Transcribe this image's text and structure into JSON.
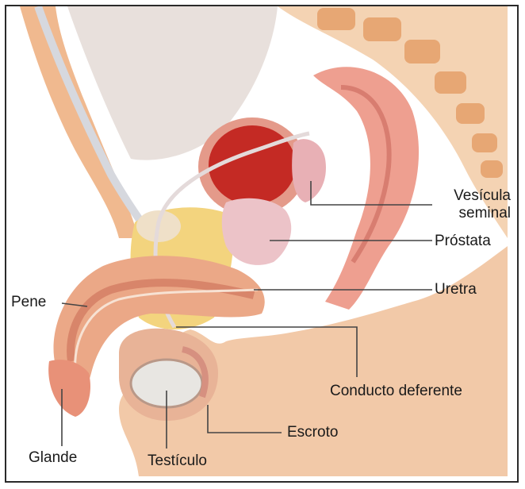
{
  "labels": {
    "vesicula_line1": "Vesícula",
    "vesicula_line2": "seminal",
    "prostata": "Próstata",
    "uretra": "Uretra",
    "pene": "Pene",
    "conducto": "Conducto deferente",
    "escroto": "Escroto",
    "glande": "Glande",
    "testiculo": "Testículo"
  },
  "colors": {
    "background": "#ffffff",
    "skin": "#f2c9a8",
    "skin_dark": "#e3a98a",
    "bone": "#f4d3b3",
    "vertebra": "#e7a774",
    "muscle": "#e29b86",
    "rectum": "#ee9f90",
    "bladder": "#c42a24",
    "prostate": "#ecc3c8",
    "testicle": "#e8e6e2",
    "pubic_bone": "#efe0c8",
    "fat": "#f3d47e",
    "leader_line": "#444444"
  }
}
